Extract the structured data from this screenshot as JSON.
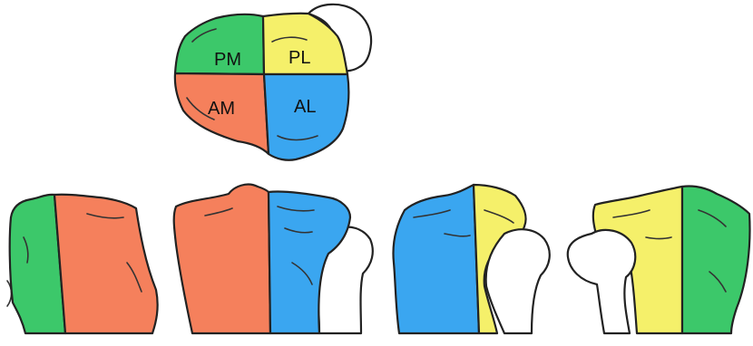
{
  "colors": {
    "pm": "#3cc86a",
    "pl": "#f5f06a",
    "am": "#f5805c",
    "al": "#3aa6f0",
    "fibula": "#ffffff",
    "outline": "#222222"
  },
  "labels": {
    "pm": "PM",
    "pl": "PL",
    "am": "AM",
    "al": "AL"
  }
}
